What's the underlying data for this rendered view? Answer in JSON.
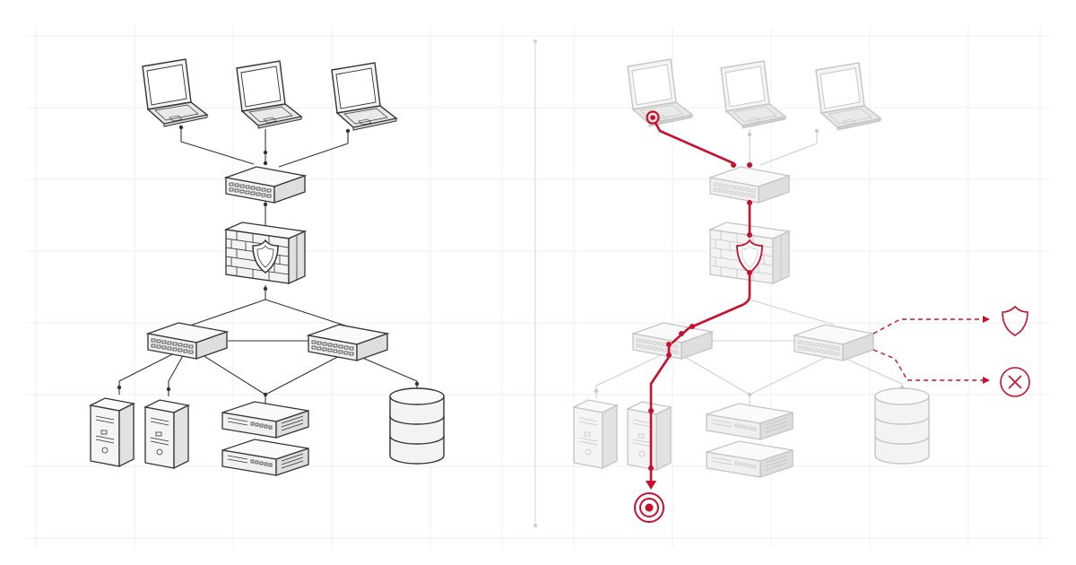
{
  "colors": {
    "ink": "#333333",
    "faded": "#cfcfcf",
    "attack": "#c8102e",
    "background": "#ffffff"
  },
  "panels": [
    {
      "name": "baseline-network",
      "state": "normal"
    },
    {
      "name": "attacked-network",
      "state": "compromised"
    }
  ],
  "icons": [
    "laptop-icon",
    "switch-icon",
    "firewall-icon",
    "shield-icon",
    "tower-server-icon",
    "rack-server-icon",
    "database-icon",
    "target-icon",
    "blocked-icon",
    "arrow-icon"
  ]
}
